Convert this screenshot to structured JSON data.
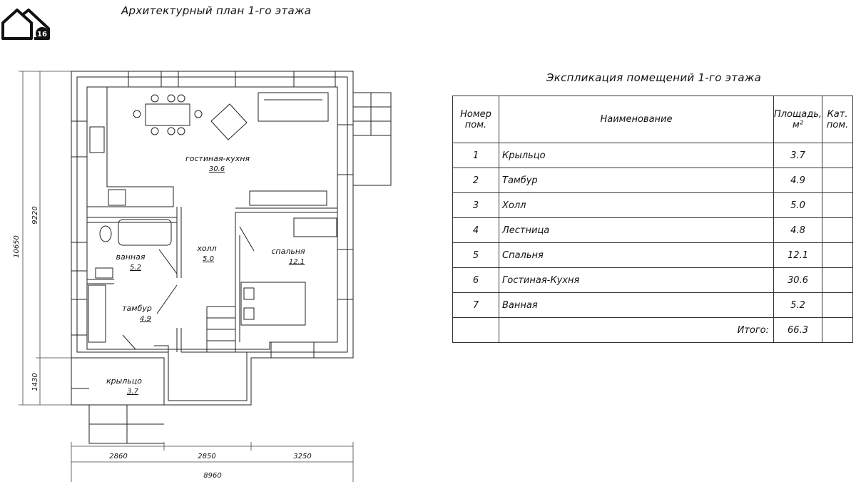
{
  "logo": {
    "number": "16"
  },
  "plan": {
    "title": "Архитектурный план 1-го этажа",
    "rooms": [
      {
        "name": "гостиная-кухня",
        "area": "30.6"
      },
      {
        "name": "холл",
        "area": "5.0"
      },
      {
        "name": "спальня",
        "area": "12.1"
      },
      {
        "name": "ванная",
        "area": "5.2"
      },
      {
        "name": "тамбур",
        "area": "4.9"
      },
      {
        "name": "крыльцо",
        "area": "3.7"
      }
    ],
    "dimensions": {
      "left_total": "10650",
      "left_main": "9220",
      "left_porch": "1430",
      "bottom_1": "2860",
      "bottom_2": "2850",
      "bottom_3": "3250",
      "bottom_total": "8960"
    }
  },
  "explication": {
    "title": "Экспликация помещений 1-го этажа",
    "headers": {
      "num": "Номер пом.",
      "name": "Наименование",
      "area": "Площадь, м²",
      "cat": "Кат. пом."
    },
    "rows": [
      {
        "num": "1",
        "name": "Крыльцо",
        "area": "3.7",
        "cat": ""
      },
      {
        "num": "2",
        "name": "Тамбур",
        "area": "4.9",
        "cat": ""
      },
      {
        "num": "3",
        "name": "Холл",
        "area": "5.0",
        "cat": ""
      },
      {
        "num": "4",
        "name": "Лестница",
        "area": "4.8",
        "cat": ""
      },
      {
        "num": "5",
        "name": "Спальня",
        "area": "12.1",
        "cat": ""
      },
      {
        "num": "6",
        "name": "Гостиная-Кухня",
        "area": "30.6",
        "cat": ""
      },
      {
        "num": "7",
        "name": "Ванная",
        "area": "5.2",
        "cat": ""
      }
    ],
    "total_label": "Итого:",
    "total_value": "66.3"
  }
}
